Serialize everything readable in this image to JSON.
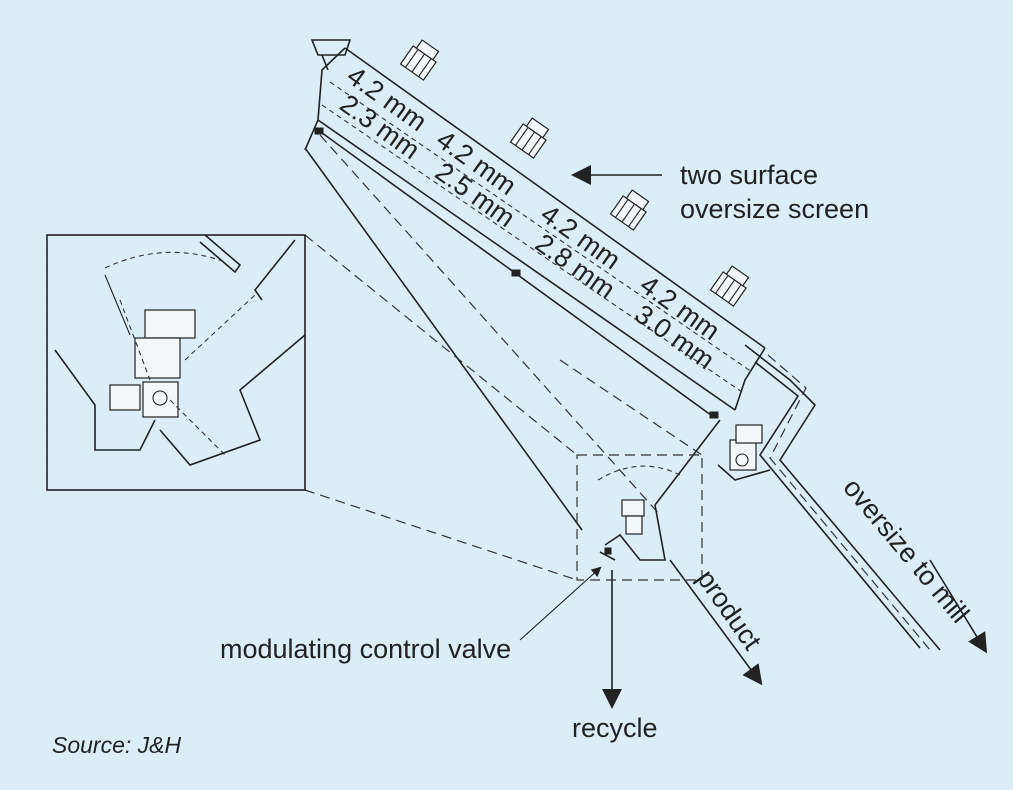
{
  "labels": {
    "screen": [
      "two surface",
      "oversize screen"
    ],
    "oversize_to_mill": "oversize to mill",
    "product": "product",
    "recycle": "recycle",
    "valve": "modulating control valve",
    "source": "Source: J&H"
  },
  "top_deck": [
    "4.2 mm",
    "4.2 mm",
    "4.2 mm",
    "4.2 mm"
  ],
  "bottom_deck": [
    "2.3 mm",
    "2.5 mm",
    "2.8 mm",
    "3.0 mm"
  ],
  "colors": {
    "background": "#dbeef8",
    "line": "#222222"
  }
}
